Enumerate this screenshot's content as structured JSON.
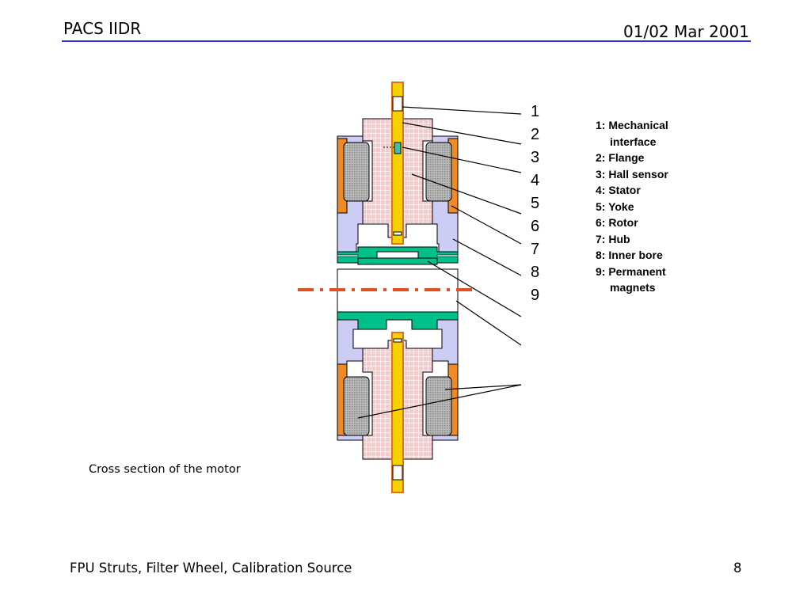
{
  "header": {
    "title": "PACS IIDR",
    "date": "01/02 Mar 2001"
  },
  "callout_numbers": [
    "1",
    "2",
    "3",
    "4",
    "5",
    "6",
    "7",
    "8",
    "9"
  ],
  "legend": [
    {
      "label": "1: Mechanical",
      "cont": "interface"
    },
    {
      "label": "2: Flange"
    },
    {
      "label": "3: Hall sensor"
    },
    {
      "label": "4: Stator"
    },
    {
      "label": "5: Yoke"
    },
    {
      "label": "6: Rotor"
    },
    {
      "label": "7: Hub"
    },
    {
      "label": "8: Inner bore"
    },
    {
      "label": "9: Permanent",
      "cont": "magnets"
    }
  ],
  "caption": "Cross section of the motor",
  "footer": {
    "text": "FPU Struts, Filter Wheel, Calibration Source",
    "page": "8"
  },
  "colors": {
    "yoke_orange": "#f08a24",
    "rotor_lavender": "#ccccf5",
    "hub_green": "#00c08a",
    "stator_pink": "#f8c8cc",
    "shaft_yellow": "#f7d200",
    "shaft_edge": "#e0701c",
    "axis_dash": "#e05020",
    "magnet_gray": "#b8b8b8",
    "hall_sensor": "#40c0b0"
  }
}
